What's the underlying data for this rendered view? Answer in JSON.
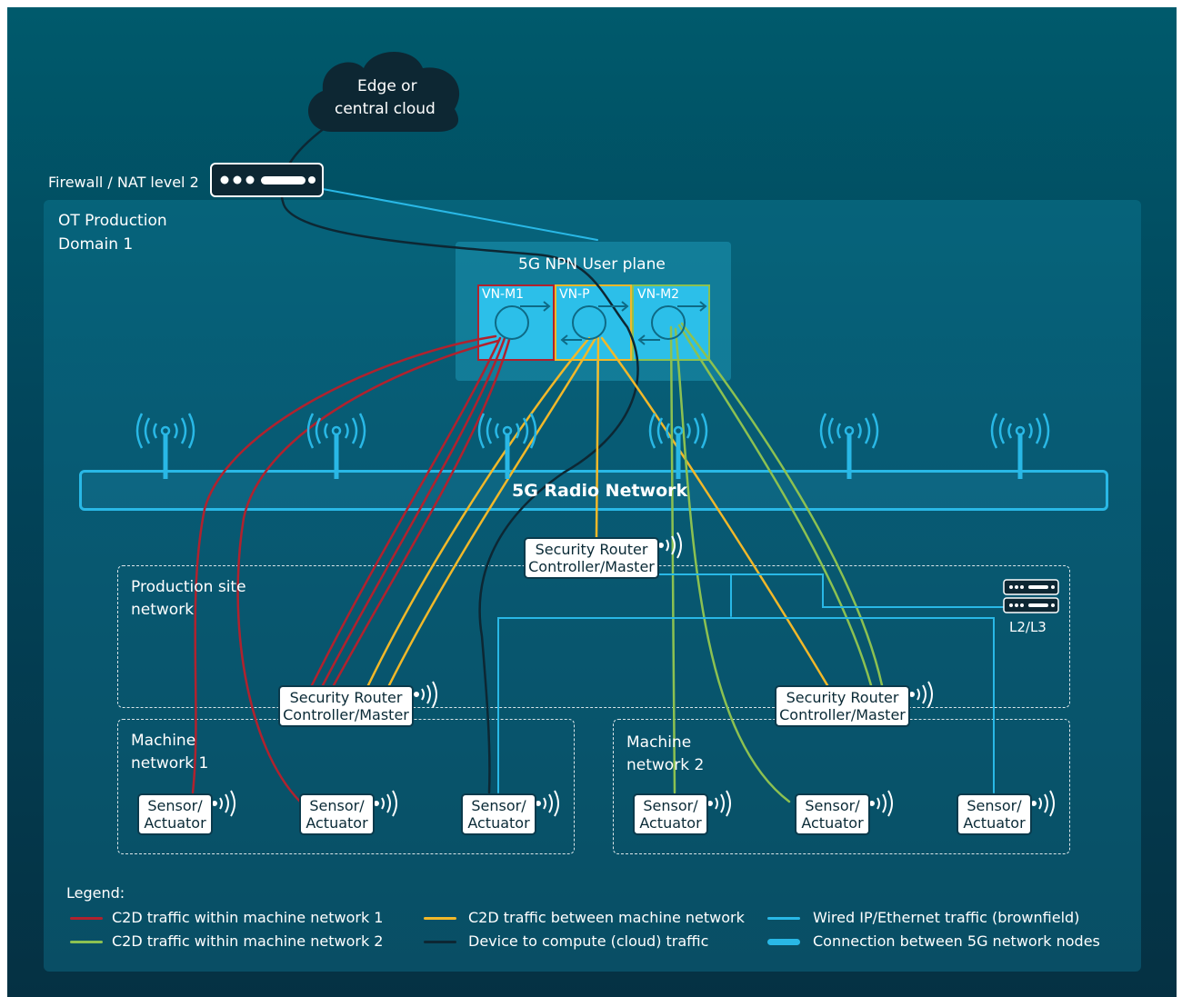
{
  "colors": {
    "red": "#b0222e",
    "green": "#8cc151",
    "yellow": "#f2b829",
    "dark": "#0d2733",
    "cyan": "#29b8e6",
    "vn_fill": "#2cbfe9"
  },
  "cloud": {
    "line1": "Edge or",
    "line2": "central cloud"
  },
  "firewall": {
    "label": "Firewall / NAT level 2"
  },
  "domain": {
    "line1": "OT Production",
    "line2": "Domain 1"
  },
  "user_plane": {
    "title": "5G NPN User plane",
    "vn": [
      {
        "label": "VN-M1"
      },
      {
        "label": "VN-P"
      },
      {
        "label": "VN-M2"
      }
    ]
  },
  "radio": {
    "label": "5G Radio Network"
  },
  "production_site": {
    "line1": "Production site",
    "line2": "network"
  },
  "switch": {
    "label": "L2/L3"
  },
  "routers": {
    "top": {
      "line1": "Security Router",
      "line2": "Controller/Master"
    },
    "left": {
      "line1": "Security Router",
      "line2": "Controller/Master"
    },
    "right": {
      "line1": "Security Router",
      "line2": "Controller/Master"
    }
  },
  "machine1": {
    "line1": "Machine",
    "line2": "network 1"
  },
  "machine2": {
    "line1": "Machine",
    "line2": "network 2"
  },
  "sensors": [
    {
      "line1": "Sensor/",
      "line2": "Actuator"
    },
    {
      "line1": "Sensor/",
      "line2": "Actuator"
    },
    {
      "line1": "Sensor/",
      "line2": "Actuator"
    },
    {
      "line1": "Sensor/",
      "line2": "Actuator"
    },
    {
      "line1": "Sensor/",
      "line2": "Actuator"
    },
    {
      "line1": "Sensor/",
      "line2": "Actuator"
    }
  ],
  "legend": {
    "title": "Legend:",
    "items": [
      {
        "label": "C2D traffic within machine network 1"
      },
      {
        "label": "C2D traffic within machine network 2"
      },
      {
        "label": "C2D traffic between machine network"
      },
      {
        "label": "Device to compute (cloud) traffic"
      },
      {
        "label": "Wired IP/Ethernet traffic (brownfield)"
      },
      {
        "label": "Connection between 5G network nodes"
      }
    ]
  }
}
